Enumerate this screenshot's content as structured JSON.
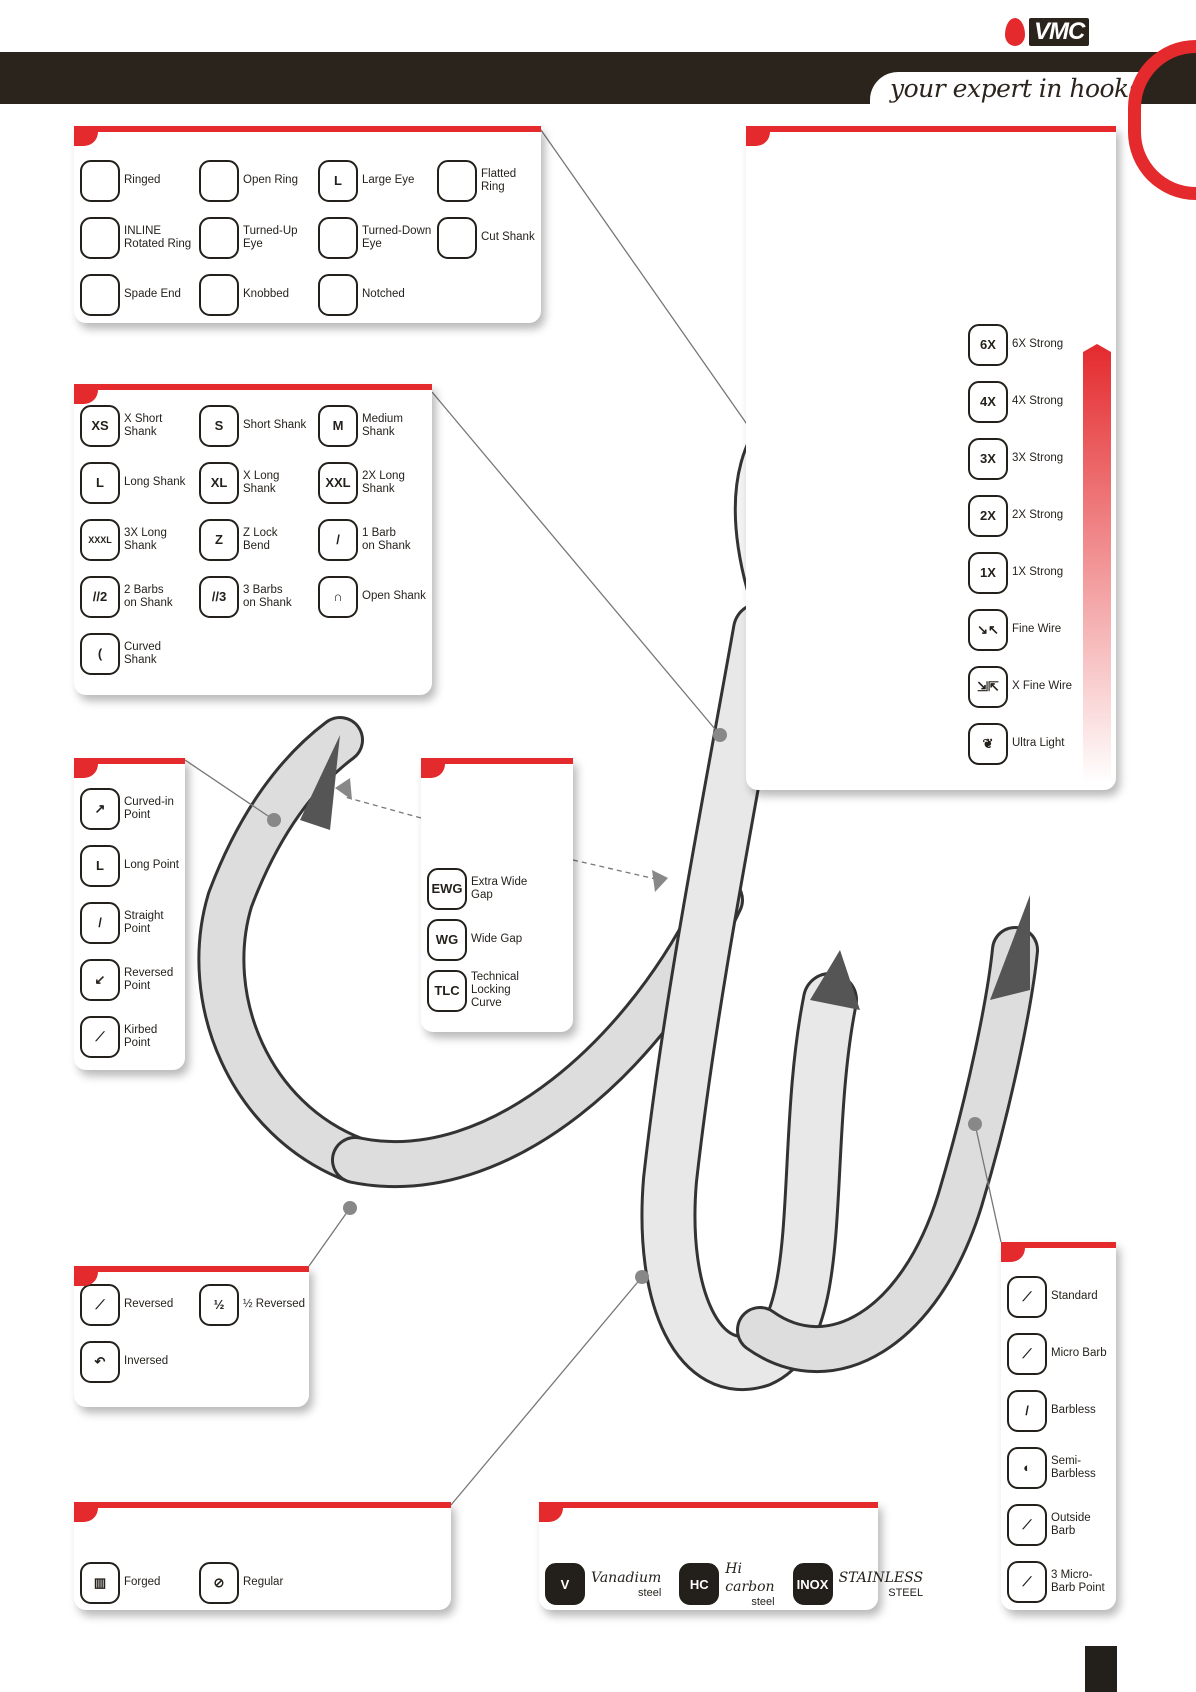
{
  "brand": {
    "logo": "VMC",
    "tagline": "your expert in hooks"
  },
  "eyes": [
    {
      "label": "Ringed",
      "icon": "ringed-eye-icon",
      "icon_text": ""
    },
    {
      "label": "Open Ring",
      "icon": "open-ring-icon",
      "icon_text": ""
    },
    {
      "label": "Large Eye",
      "icon": "large-eye-icon",
      "icon_text": "L"
    },
    {
      "label": "Flatted\nRing",
      "icon": "flatted-ring-icon",
      "icon_text": ""
    },
    {
      "label": "INLINE\nRotated Ring",
      "icon": "inline-ring-icon",
      "icon_text": ""
    },
    {
      "label": "Turned-Up\nEye",
      "icon": "turned-up-eye-icon",
      "icon_text": ""
    },
    {
      "label": "Turned-Down\nEye",
      "icon": "turned-down-eye-icon",
      "icon_text": ""
    },
    {
      "label": "Cut Shank",
      "icon": "cut-shank-icon",
      "icon_text": ""
    },
    {
      "label": "Spade End",
      "icon": "spade-end-icon",
      "icon_text": ""
    },
    {
      "label": "Knobbed",
      "icon": "knobbed-icon",
      "icon_text": ""
    },
    {
      "label": "Notched",
      "icon": "notched-icon",
      "icon_text": ""
    }
  ],
  "shanks": [
    {
      "label": "X Short\nShank",
      "icon_text": "XS"
    },
    {
      "label": "Short Shank",
      "icon_text": "S"
    },
    {
      "label": "Medium\nShank",
      "icon_text": "M"
    },
    {
      "label": "Long Shank",
      "icon_text": "L"
    },
    {
      "label": "X Long\nShank",
      "icon_text": "XL"
    },
    {
      "label": "2X Long\nShank",
      "icon_text": "XXL"
    },
    {
      "label": "3X Long\nShank",
      "icon_text": "XXXL"
    },
    {
      "label": "Z Lock\nBend",
      "icon_text": "Z"
    },
    {
      "label": "1 Barb\non Shank",
      "icon_text": "/"
    },
    {
      "label": "2 Barbs\non Shank",
      "icon_text": "//2"
    },
    {
      "label": "3 Barbs\non Shank",
      "icon_text": "//3"
    },
    {
      "label": "Open Shank",
      "icon_text": "∩"
    },
    {
      "label": "Curved\nShank",
      "icon_text": "("
    }
  ],
  "strengths": [
    {
      "label": "6X Strong",
      "icon_text": "6X"
    },
    {
      "label": "4X Strong",
      "icon_text": "4X"
    },
    {
      "label": "3X Strong",
      "icon_text": "3X"
    },
    {
      "label": "2X Strong",
      "icon_text": "2X"
    },
    {
      "label": "1X Strong",
      "icon_text": "1X"
    },
    {
      "label": "Fine Wire",
      "icon_text": "↘↖"
    },
    {
      "label": "X Fine Wire",
      "icon_text": "⇲⇱"
    },
    {
      "label": "Ultra Light",
      "icon_text": "❦"
    }
  ],
  "points": [
    {
      "label": "Curved-in\nPoint",
      "icon_text": "↗"
    },
    {
      "label": "Long Point",
      "icon_text": "L"
    },
    {
      "label": "Straight\nPoint",
      "icon_text": "/"
    },
    {
      "label": "Reversed\nPoint",
      "icon_text": "↙"
    },
    {
      "label": "Kirbed\nPoint",
      "icon_text": "⟋"
    }
  ],
  "gaps": [
    {
      "label": "Extra Wide\nGap",
      "icon_text": "EWG"
    },
    {
      "label": "Wide Gap",
      "icon_text": "WG"
    },
    {
      "label": "Technical\nLocking\nCurve",
      "icon_text": "TLC"
    }
  ],
  "bends": [
    {
      "label": "Reversed",
      "icon_text": "⟋"
    },
    {
      "label": "½ Reversed",
      "icon_text": "½"
    },
    {
      "label": "Inversed",
      "icon_text": "↶"
    }
  ],
  "barbs": [
    {
      "label": "Standard",
      "icon_text": "⟋"
    },
    {
      "label": "Micro Barb",
      "icon_text": "⟋"
    },
    {
      "label": "Barbless",
      "icon_text": "/"
    },
    {
      "label": "Semi-\nBarbless",
      "icon_text": "◐"
    },
    {
      "label": "Outside Barb",
      "icon_text": "⟋"
    },
    {
      "label": "3 Micro-\nBarb Point",
      "icon_text": "⟋"
    }
  ],
  "forging": [
    {
      "label": "Forged",
      "icon_text": "▥"
    },
    {
      "label": "Regular",
      "icon_text": "⊘"
    }
  ],
  "materials": [
    {
      "name": "Vanadium",
      "sub": "steel",
      "icon_text": "V"
    },
    {
      "name": "Hi carbon",
      "sub": "steel",
      "icon_text": "HC"
    },
    {
      "name": "STAINLESS",
      "sub": "STEEL",
      "icon_text": "INOX"
    }
  ],
  "colors": {
    "accent": "#e42a2d",
    "dark": "#2b241c"
  }
}
